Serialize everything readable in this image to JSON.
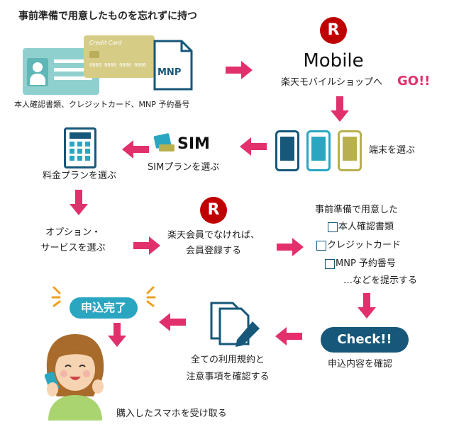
{
  "colors": {
    "accent": "#e2306c",
    "brand": "#bf0000",
    "teal": "#2aa6c1",
    "navy": "#16577a",
    "olive": "#b8b04e"
  },
  "step1": {
    "title": "事前準備で用意したものを忘れずに持つ",
    "caption": "本人確認書類、クレジットカード、MNP 予約番号",
    "card_label": "Credit Card",
    "card_number": "0000 0000 0000 0000",
    "doc_label": "MNP"
  },
  "step2": {
    "brand_mark": "R",
    "brand_name": "Mobile",
    "text": "楽天モバイルショップへ",
    "go": "GO!!"
  },
  "step3": {
    "text": "端末を選ぶ"
  },
  "step4": {
    "sim_logo": "SIM",
    "text": "SIMプランを選ぶ"
  },
  "step5": {
    "text": "料金プランを選ぶ"
  },
  "step6": {
    "line1": "オプション・",
    "line2": "サービスを選ぶ"
  },
  "step7": {
    "brand_mark": "R",
    "line1": "楽天会員でなければ、",
    "line2": "会員登録する"
  },
  "step8": {
    "title": "事前準備で用意した",
    "items": [
      "本人確認書類",
      "クレジットカード",
      "MNP 予約番号"
    ],
    "footer": "…などを提示する"
  },
  "step9": {
    "badge": "Check!!",
    "text": "申込内容を確認"
  },
  "step10": {
    "line1": "全ての利用規約と",
    "line2": "注意事項を確認する"
  },
  "step11": {
    "badge": "申込完了",
    "text": "購入したスマホを受け取る"
  }
}
